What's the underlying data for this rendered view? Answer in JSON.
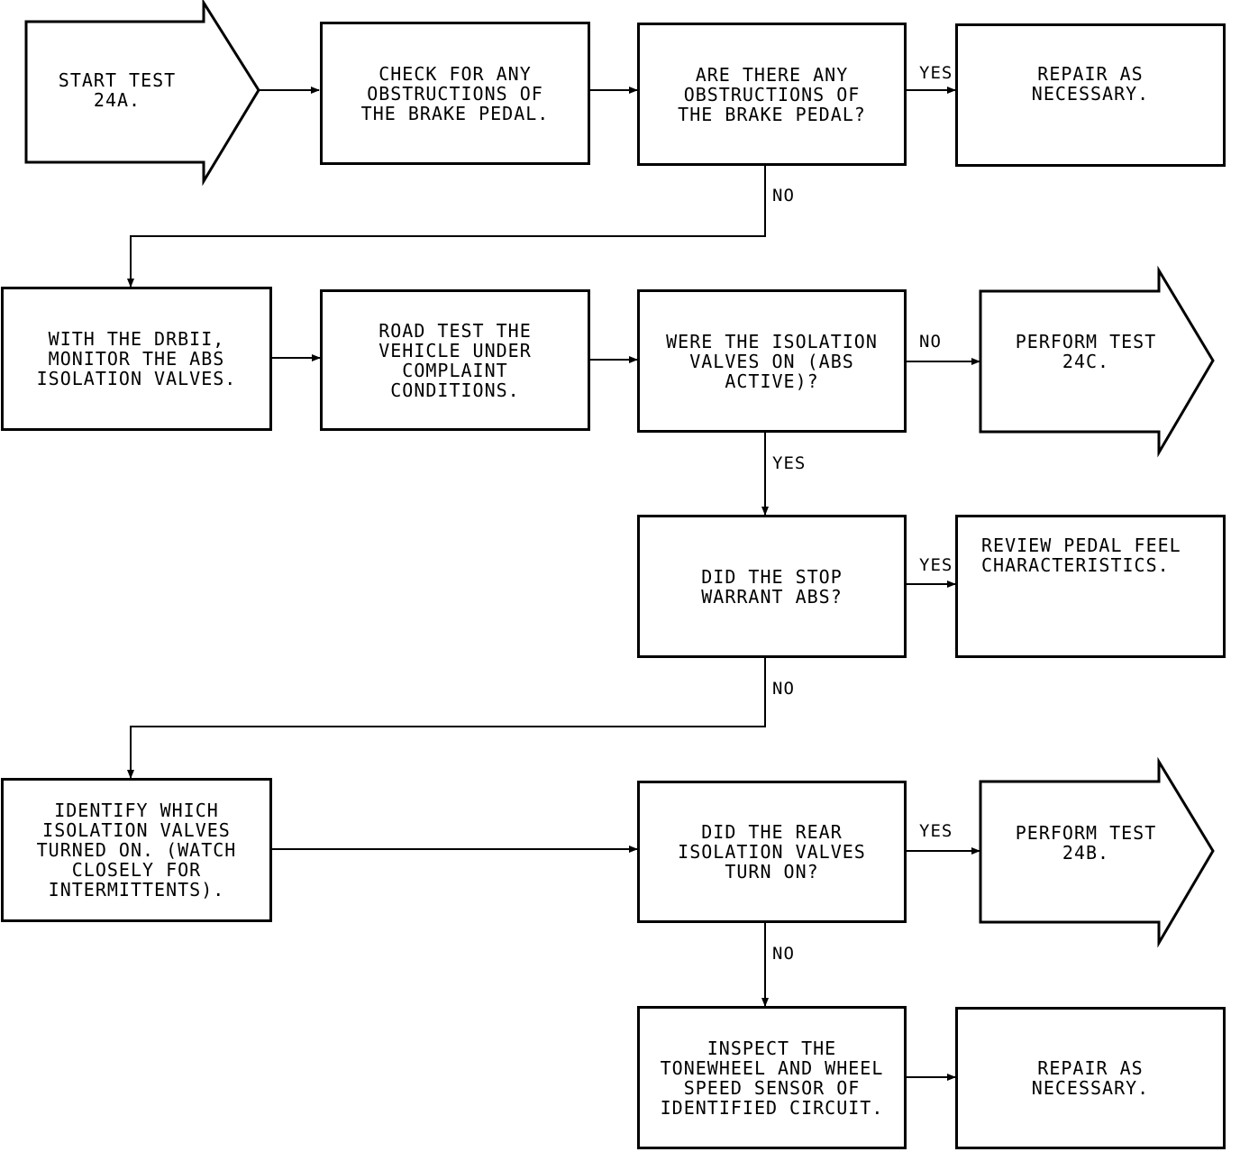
{
  "title": "",
  "nodes": {
    "start": "START TEST 24A.",
    "check_obstructions": "CHECK FOR ANY\nOBSTRUCTIONS OF\nTHE BRAKE PEDAL.",
    "q_obstructions": "ARE THERE ANY\nOBSTRUCTIONS OF\nTHE BRAKE PEDAL?",
    "repair_1": "REPAIR AS\nNECESSARY.",
    "monitor_valves": "WITH THE DRBII,\nMONITOR THE ABS\nISOLATION VALVES.",
    "road_test": "ROAD TEST THE\nVEHICLE UNDER\nCOMPLAINT\nCONDITIONS.",
    "q_valves_on": "WERE THE ISOLATION\nVALVES ON (ABS\nACTIVE)?",
    "perform_24c": "PERFORM TEST\n24C.",
    "q_warrant_abs": "DID THE STOP\nWARRANT ABS?",
    "review_pedal": "REVIEW PEDAL FEEL\nCHARACTERISTICS.",
    "identify_valves": "IDENTIFY WHICH\nISOLATION VALVES\nTURNED ON. (WATCH\nCLOSELY FOR\nINTERMITTENTS).",
    "q_rear_valves": "DID THE REAR\nISOLATION VALVES\nTURN ON?",
    "perform_24b": "PERFORM TEST\n24B.",
    "inspect_tonewheel": "INSPECT THE\nTONEWHEEL AND WHEEL\nSPEED SENSOR OF\nIDENTIFIED CIRCUIT.",
    "repair_2": "REPAIR AS\nNECESSARY."
  },
  "edge_labels": {
    "obstructions_yes": "YES",
    "obstructions_no": "NO",
    "valves_on_no": "NO",
    "valves_on_yes": "YES",
    "warrant_yes": "YES",
    "warrant_no": "NO",
    "rear_yes": "YES",
    "rear_no": "NO"
  },
  "colors": {
    "stroke": "#000000",
    "background": "#ffffff"
  }
}
